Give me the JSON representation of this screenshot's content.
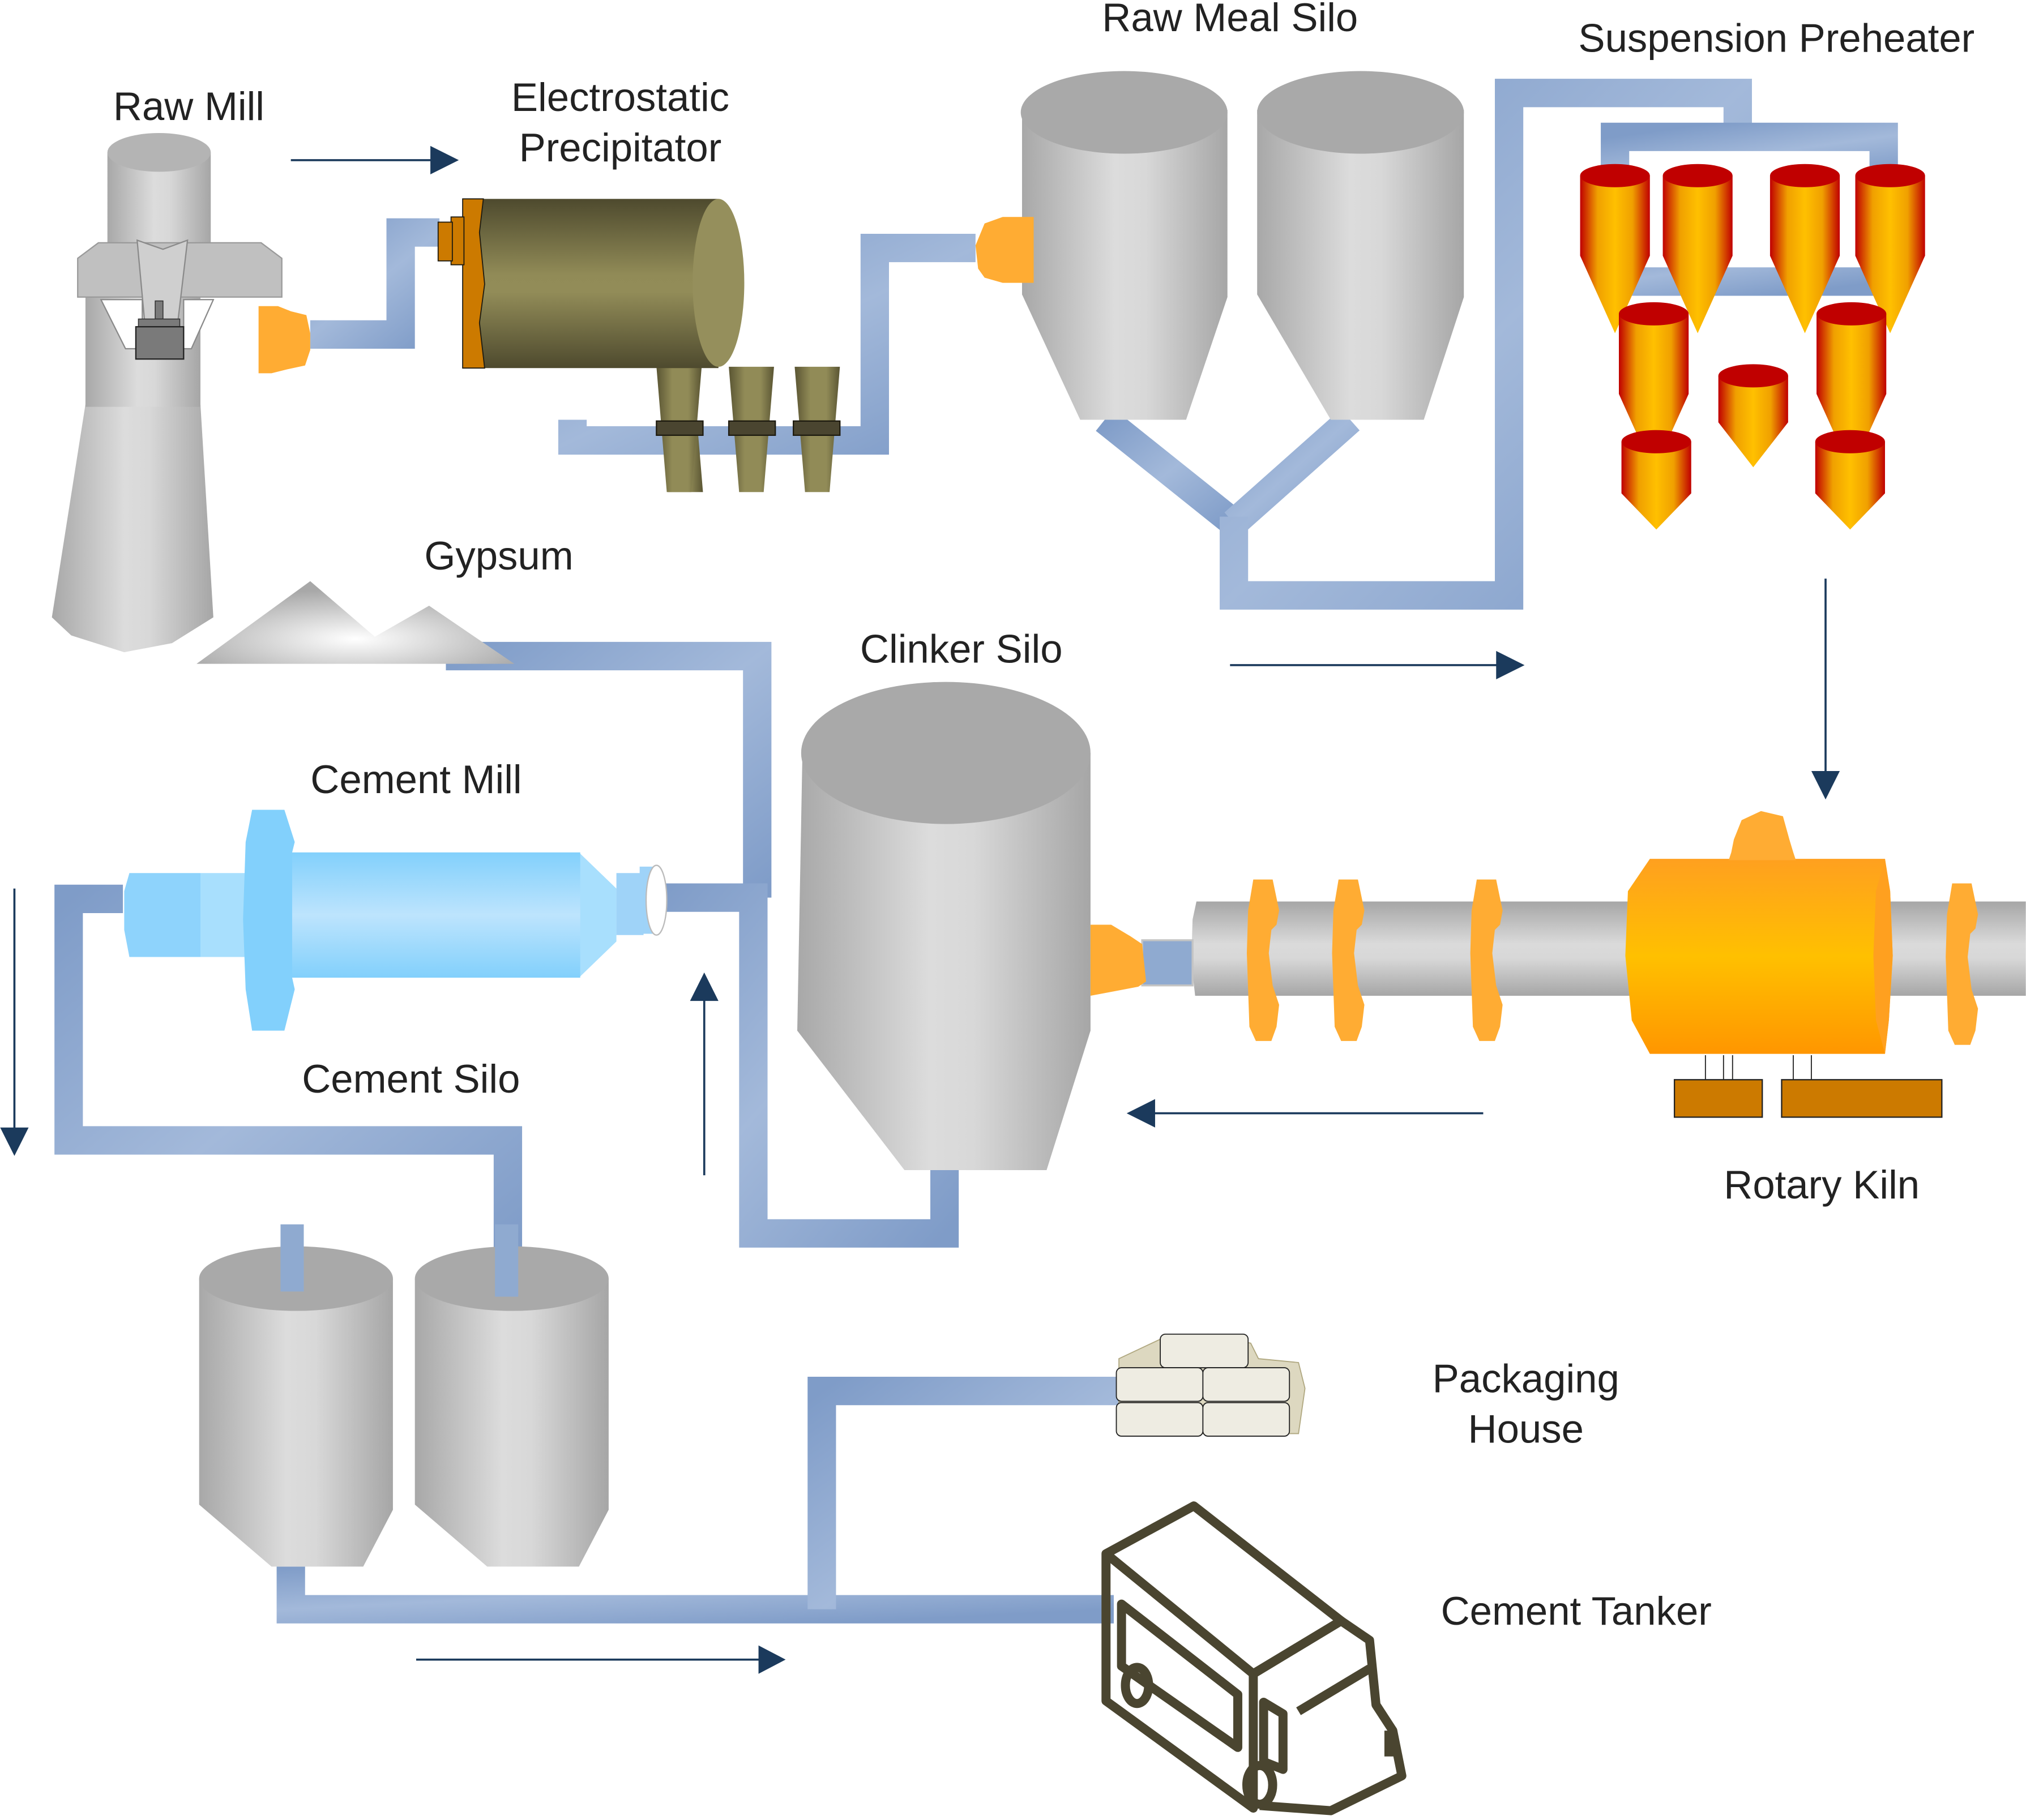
{
  "title": "Cement Manufacturing Process Flow",
  "colors": {
    "pipe": "#8faad0",
    "arrow": "#1b3a5c",
    "silo_gray": "#c8c8c8",
    "orange_connector": "#ffac33",
    "kiln_orange": "#ffb300",
    "preheater_red": "#c00000",
    "preheater_yellow": "#ffc000",
    "precipitator_olive": "#8f8a55",
    "cement_mill_blue": "#9fdcff",
    "tanker_outline": "#4a4530"
  },
  "labels": {
    "raw_mill": "Raw Mill",
    "electrostatic_precipitator_line1": "Electrostatic",
    "electrostatic_precipitator_line2": "Precipitator",
    "raw_meal_silo": "Raw Meal Silo",
    "suspension_preheater": "Suspension Preheater",
    "gypsum": "Gypsum",
    "clinker_silo": "Clinker Silo",
    "cement_mill": "Cement Mill",
    "cement_silo": "Cement Silo",
    "rotary_kiln": "Rotary Kiln",
    "packaging_house_line1": "Packaging",
    "packaging_house_line2": "House",
    "cement_tanker": "Cement Tanker"
  },
  "flow_arrows": [
    {
      "id": "raw-mill-to-precipitator",
      "direction": "right"
    },
    {
      "id": "raw-meal-to-preheater",
      "direction": "right"
    },
    {
      "id": "preheater-to-kiln",
      "direction": "down"
    },
    {
      "id": "kiln-to-clinker-silo",
      "direction": "left"
    },
    {
      "id": "clinker-to-cement-mill",
      "direction": "up"
    },
    {
      "id": "cement-mill-to-cement-silo",
      "direction": "down"
    },
    {
      "id": "cement-silo-to-dispatch",
      "direction": "right"
    }
  ],
  "icons": {
    "raw_mill": "vertical-roller-mill-icon",
    "precipitator": "electrostatic-precipitator-icon",
    "raw_meal_silo": "twin-silo-icon",
    "preheater": "cyclone-tower-icon",
    "kiln": "rotary-kiln-icon",
    "clinker_silo": "silo-icon",
    "gypsum": "stockpile-icon",
    "cement_mill": "ball-mill-icon",
    "cement_silo": "twin-silo-icon",
    "packaging": "cement-bags-icon",
    "tanker": "truck-icon"
  }
}
